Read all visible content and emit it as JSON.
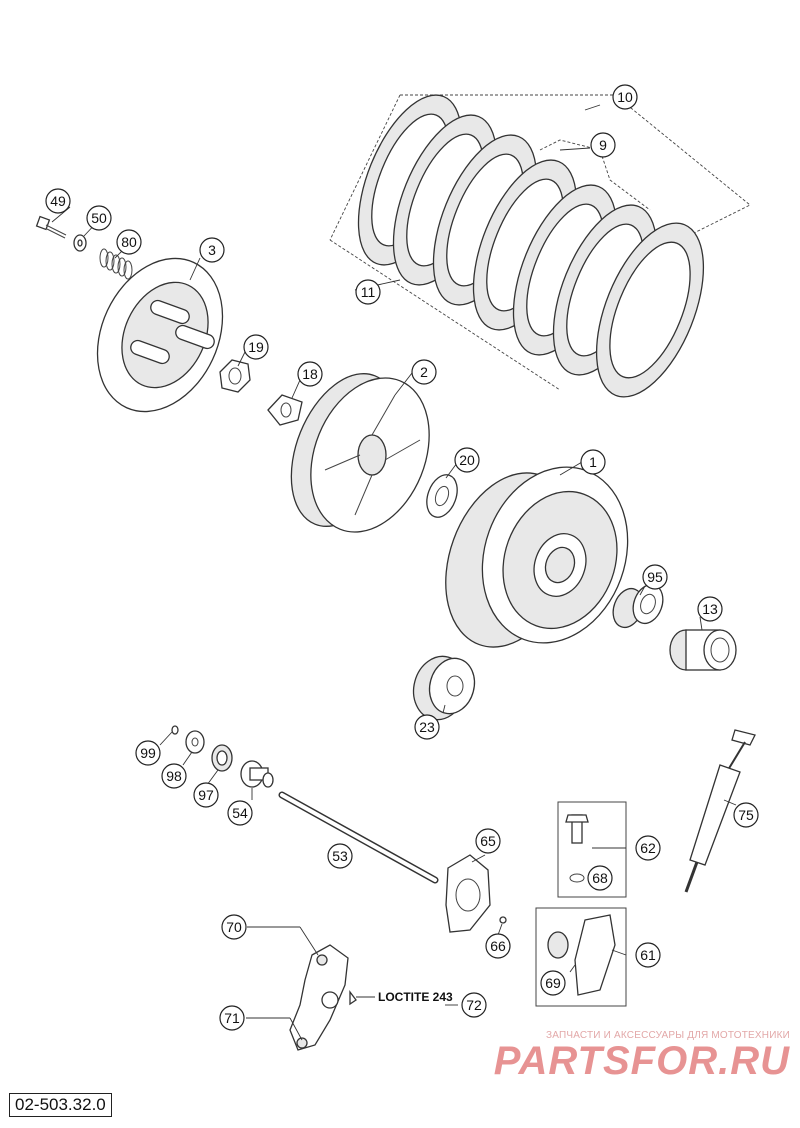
{
  "diagram": {
    "part_number": "02-503.32.0",
    "note_loctite": "LOCTITE 243",
    "watermark": {
      "line1": "ЗАПЧАСТИ И АКСЕССУАРЫ ДЛЯ МОТОТЕХНИКИ",
      "brand": "PARTSFOR.RU"
    },
    "callouts": [
      "10",
      "9",
      "11",
      "49",
      "50",
      "80",
      "3",
      "19",
      "18",
      "2",
      "20",
      "1",
      "95",
      "13",
      "23",
      "99",
      "98",
      "97",
      "54",
      "53",
      "65",
      "62",
      "68",
      "75",
      "70",
      "66",
      "61",
      "69",
      "71",
      "72"
    ]
  }
}
